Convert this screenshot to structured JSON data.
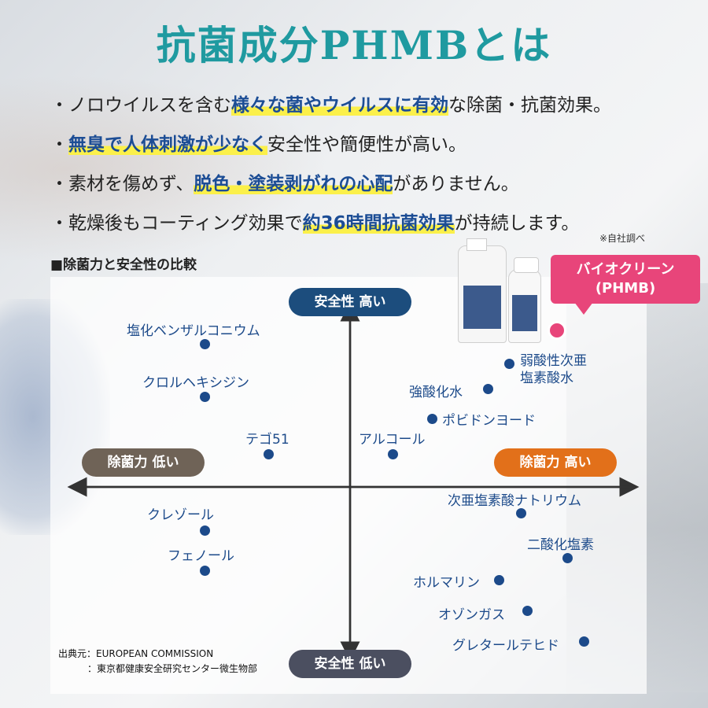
{
  "title": "抗菌成分PHMBとは",
  "bullets": [
    {
      "prefix": "・ノロウイルスを含む",
      "highlight": "様々な菌やウイルスに有効",
      "suffix": "な除菌・抗菌効果。"
    },
    {
      "prefix": "・",
      "highlight": "無臭で人体刺激が少なく",
      "suffix": "安全性や簡便性が高い。"
    },
    {
      "prefix": "・素材を傷めず、",
      "highlight": "脱色・塗装剥がれの心配",
      "suffix": "がありません。"
    },
    {
      "prefix": "・乾燥後もコーティング効果で",
      "highlight": "約36時間抗菌効果",
      "suffix": "が持続します。"
    }
  ],
  "note": "※自社調べ",
  "section_title": "■除菌力と安全性の比較",
  "axes": {
    "safety_high": "安全性 高い",
    "safety_low": "安全性 低い",
    "kill_low": "除菌力 低い",
    "kill_high": "除菌力 高い"
  },
  "callout": {
    "line1": "バイオクリーン",
    "line2": "(PHMB)"
  },
  "items": [
    {
      "name": "塩化ベンザルコニウム"
    },
    {
      "name": "クロルヘキシジン"
    },
    {
      "name": "テゴ51"
    },
    {
      "name": "アルコール"
    },
    {
      "name": "弱酸性次亜",
      "name2": "塩素酸水"
    },
    {
      "name": "強酸化水"
    },
    {
      "name": "ポビドンヨード"
    },
    {
      "name": "クレゾール"
    },
    {
      "name": "フェノール"
    },
    {
      "name": "次亜塩素酸ナトリウム"
    },
    {
      "name": "二酸化塩素"
    },
    {
      "name": "ホルマリン"
    },
    {
      "name": "オゾンガス"
    },
    {
      "name": "グレタールテヒド"
    }
  ],
  "source": {
    "line1": "出典元：EUROPEAN COMMISSION",
    "line2": "：東京都健康安全研究センター微生物部"
  },
  "colors": {
    "title": "#1f9aa0",
    "item_text": "#1c4a8a",
    "highlight": "#fbf04a",
    "callout": "#e8457a",
    "kill_high": "#e2701a",
    "safety_high": "#1c4d7d"
  }
}
